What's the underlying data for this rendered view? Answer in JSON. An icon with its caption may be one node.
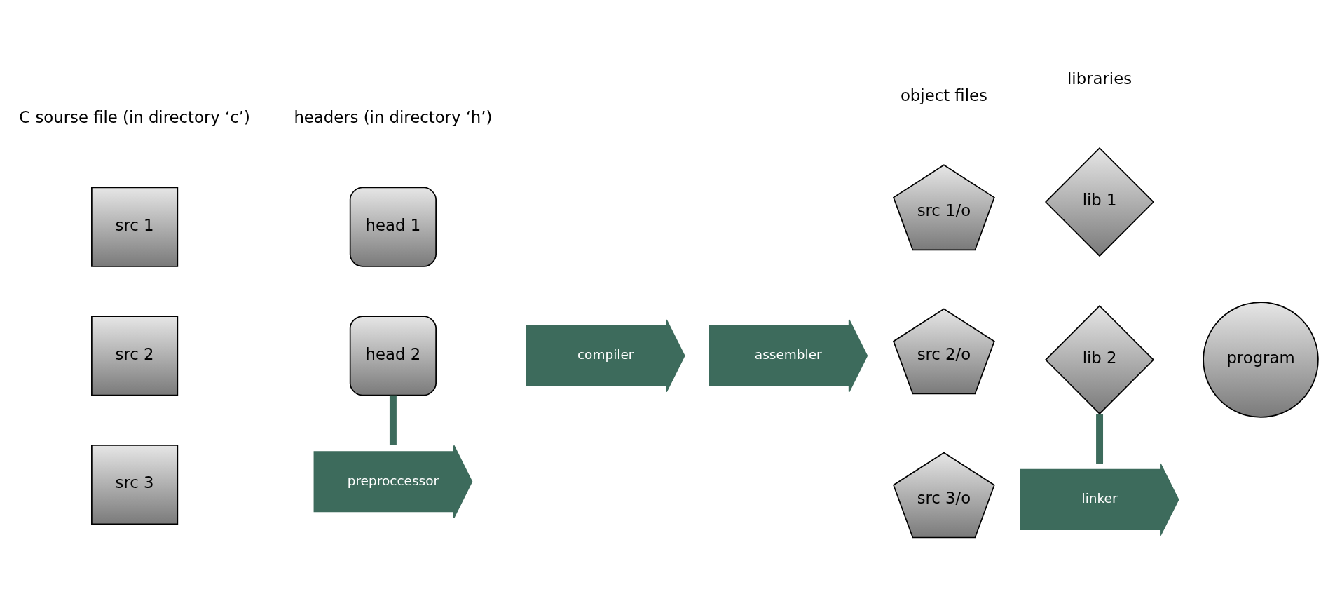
{
  "diagram": {
    "nodes": [
      {
        "text": [
          "head 1"
        ]
      },
      {
        "text": [
          "head 2"
        ]
      },
      {
        "text": [
          "src 1"
        ]
      },
      {
        "text": [
          "src 2"
        ]
      },
      {
        "text": [
          "src 3"
        ]
      },
      {
        "text": [
          "preproccessor"
        ]
      },
      {
        "text": [
          "compiler"
        ]
      },
      {
        "text": [
          "assembler"
        ]
      },
      {
        "text": [
          "lib 1"
        ]
      },
      {
        "text": [
          "lib 2"
        ]
      },
      {
        "text": [
          "src 1/o"
        ]
      },
      {
        "text": [
          "src 2/o"
        ]
      },
      {
        "text": [
          "src 3/o"
        ]
      },
      {
        "text": [
          "linker"
        ]
      },
      {
        "text": [
          "program"
        ]
      }
    ],
    "edges": [
      {
        "from": 1,
        "to": 5,
        "arrow": "none",
        "color": "#3d6b5c"
      },
      {
        "from": 9,
        "to": 13,
        "arrow": "none",
        "color": "#3d6b5c"
      }
    ],
    "labels": [
      "headers (in directory ‘h’)",
      "libraries",
      "C sourse file (in directory ‘c’)",
      "object files"
    ]
  }
}
